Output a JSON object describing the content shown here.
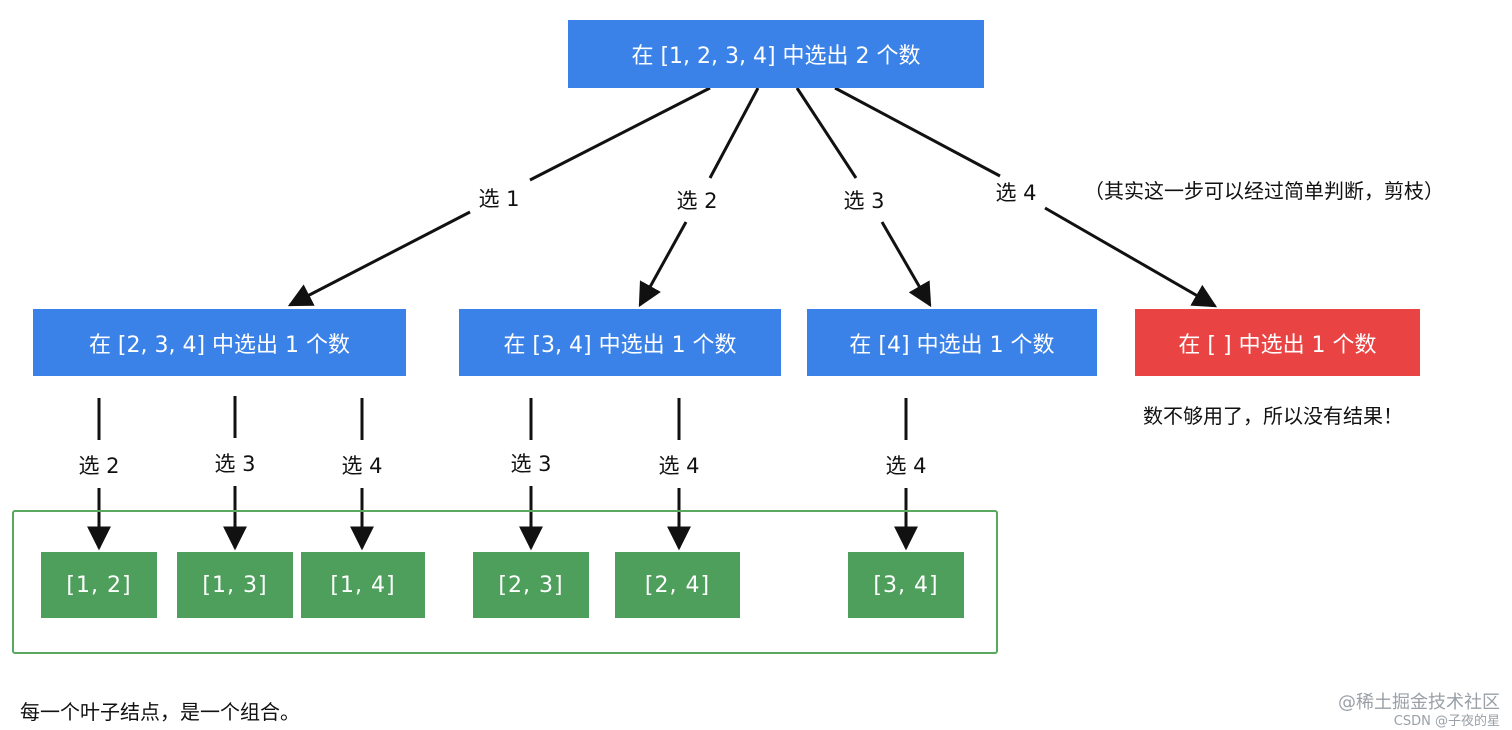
{
  "root": {
    "text": "在 [1, 2, 3, 4] 中选出 2 个数"
  },
  "edge_labels": {
    "root_to_a": "选 1",
    "root_to_b": "选 2",
    "root_to_c": "选 3",
    "root_to_d": "选 4",
    "a_to_12": "选 2",
    "a_to_13": "选 3",
    "a_to_14": "选 4",
    "b_to_23": "选 3",
    "b_to_24": "选 4",
    "c_to_34": "选 4"
  },
  "level1": {
    "a": "在 [2, 3, 4] 中选出 1 个数",
    "b": "在 [3, 4] 中选出 1 个数",
    "c": "在 [4] 中选出 1 个数",
    "d": "在 [ ] 中选出 1 个数"
  },
  "leaves": {
    "l12": "[1, 2]",
    "l13": "[1, 3]",
    "l14": "[1, 4]",
    "l23": "[2, 3]",
    "l24": "[2, 4]",
    "l34": "[3, 4]"
  },
  "notes": {
    "prune": "（其实这一步可以经过简单判断，剪枝）",
    "no_result": "数不够用了，所以没有结果！",
    "leaf_combination": "每一个叶子结点，是一个组合。"
  },
  "watermark": {
    "line1": "@稀土掘金技术社区",
    "line2": "CSDN @子夜的星"
  },
  "colors": {
    "blue": "#3b82e8",
    "red": "#e94343",
    "green": "#4e9f5b",
    "frame": "#5aa860",
    "line": "#111111"
  }
}
